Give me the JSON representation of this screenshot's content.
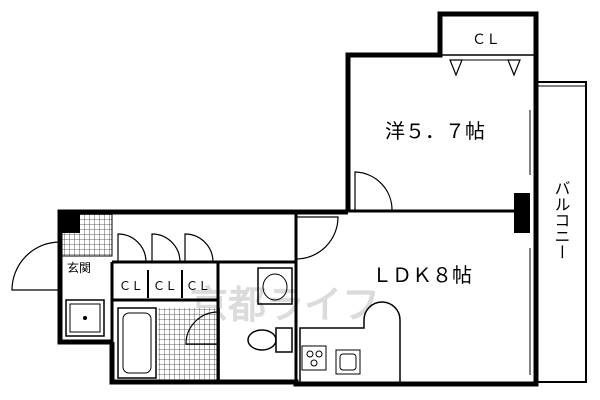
{
  "rooms": {
    "western_room": "洋５．７帖",
    "ldk": "ＬＤＫ８帖",
    "entrance": "玄関",
    "balcony": "バルコニー",
    "closet_top": "ＣＬ",
    "closet_1": "ＣＬ",
    "closet_2": "ＣＬ",
    "closet_3": "ＣＬ"
  },
  "watermark": "京都ライフ"
}
